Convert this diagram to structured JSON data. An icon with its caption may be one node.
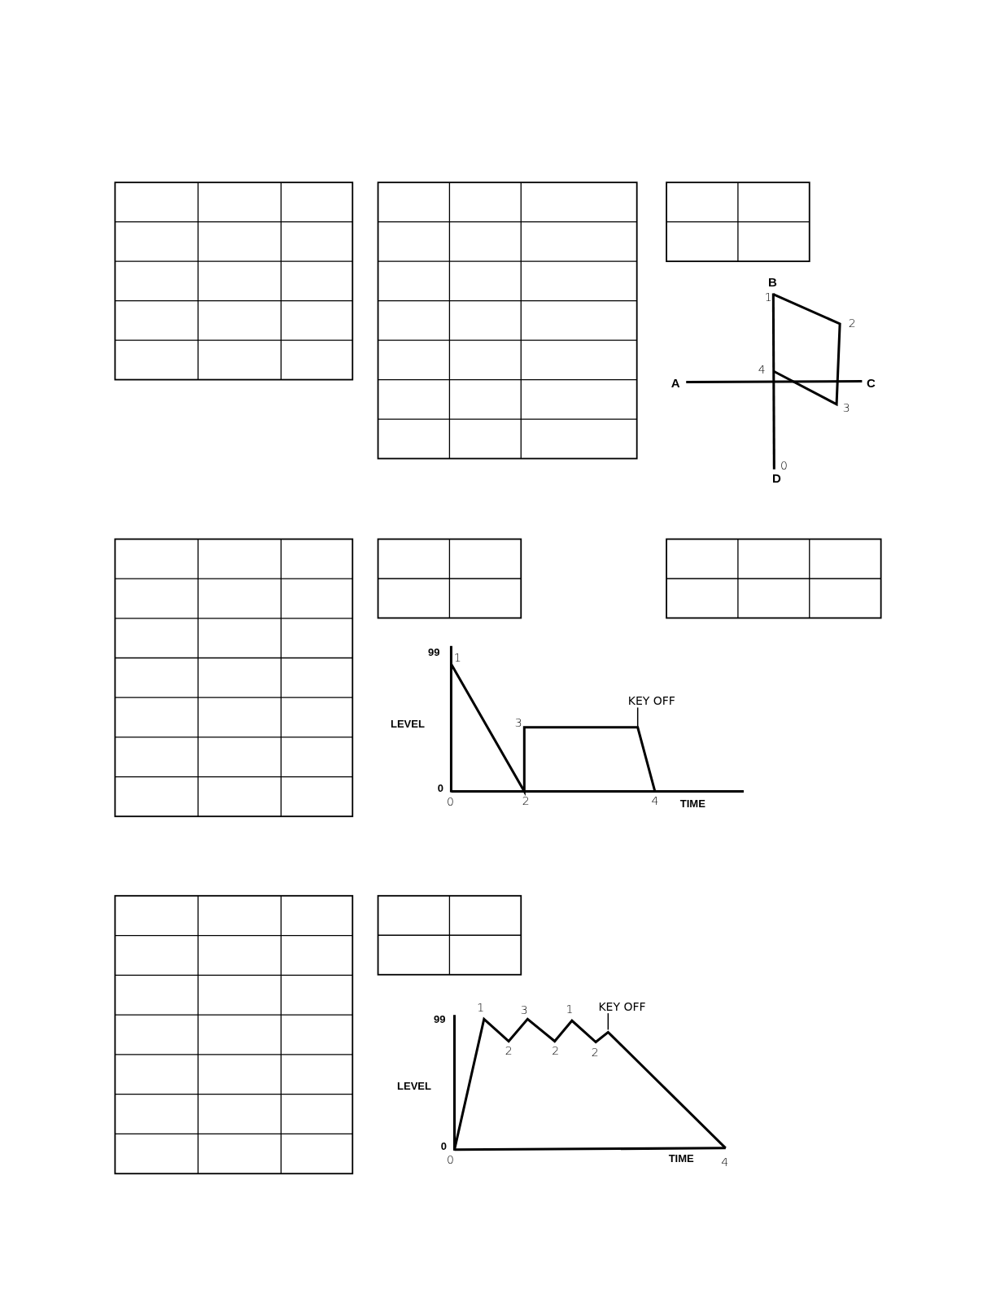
{
  "diagram": {
    "nodes": [
      {
        "text": [
          "KEY OFF"
        ]
      },
      {
        "text": [
          "KEY OFF"
        ]
      }
    ],
    "edges": [
      {
        "from": 0,
        "to": null,
        "arrow": "none"
      },
      {
        "from": 1,
        "to": null,
        "arrow": "none"
      }
    ],
    "labels": [
      "B",
      "1",
      "2",
      "4",
      "A",
      "C",
      "3",
      "0",
      "D",
      "99",
      "1",
      "LEVEL",
      "3",
      "0",
      "0",
      "2",
      "4",
      "TIME",
      "1",
      "3",
      "1",
      "99",
      "2",
      "2",
      "2",
      "LEVEL",
      "0",
      "0",
      "TIME",
      "4"
    ]
  }
}
